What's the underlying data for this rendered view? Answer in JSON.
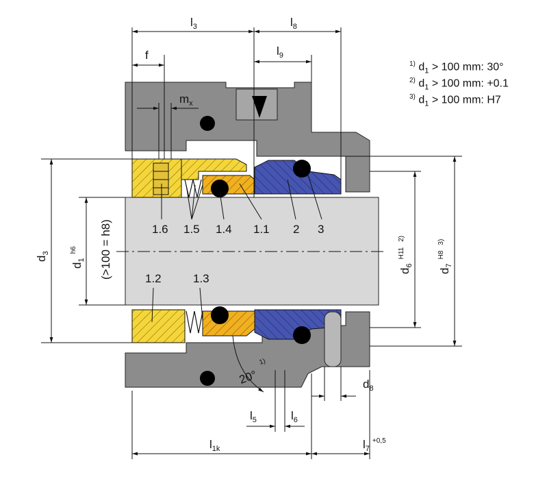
{
  "dimensions": {
    "l3": {
      "base": "l",
      "sub": "3"
    },
    "l8": {
      "base": "l",
      "sub": "8"
    },
    "l9": {
      "base": "l",
      "sub": "9"
    },
    "f": {
      "base": "f",
      "sub": ""
    },
    "mx": {
      "base": "m",
      "sub": "x"
    },
    "d3": {
      "base": "d",
      "sub": "3"
    },
    "d1": {
      "base": "d",
      "sub": "1",
      "tol": "h6"
    },
    "d1_alt": "(>100 = h8)",
    "d6": {
      "base": "d",
      "sub": "6",
      "tol": "H11",
      "note": "2)"
    },
    "d7": {
      "base": "d",
      "sub": "7",
      "tol": "H8",
      "note": "3)"
    },
    "d8": {
      "base": "d",
      "sub": "8"
    },
    "l5": {
      "base": "l",
      "sub": "5"
    },
    "l6": {
      "base": "l",
      "sub": "6"
    },
    "l1k": {
      "base": "l",
      "sub": "1k"
    },
    "l7": {
      "base": "l",
      "sub": "7",
      "tol": "+0,5"
    },
    "angle": {
      "value": "20°",
      "note": "1)"
    }
  },
  "parts": [
    "1.6",
    "1.5",
    "1.4",
    "1.1",
    "2",
    "3",
    "1.2",
    "1.3"
  ],
  "notes": [
    {
      "ref": "1)",
      "var": "d",
      "sub": "1",
      "text": " > 100 mm: 30°"
    },
    {
      "ref": "2)",
      "var": "d",
      "sub": "1",
      "text": " > 100 mm: +0.1"
    },
    {
      "ref": "3)",
      "var": "d",
      "sub": "1",
      "text": " > 100 mm: H7"
    }
  ],
  "colors": {
    "housing": "#8c8c8c",
    "shaft": "#d8d8d8",
    "seal_head": "#f5d63a",
    "ring": "#f0b020",
    "seat": "#4655b0",
    "oring": "#000000"
  }
}
